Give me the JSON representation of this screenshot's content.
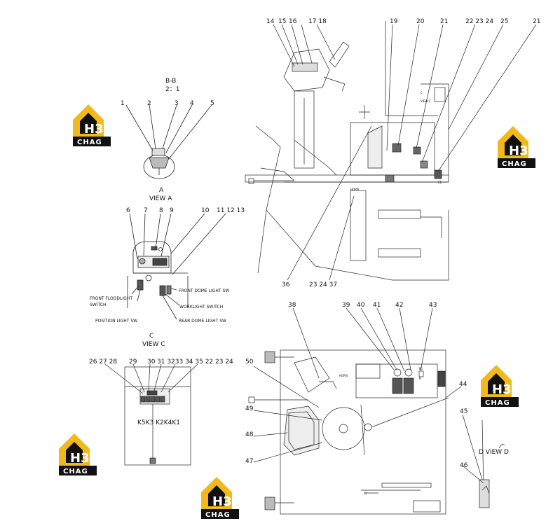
{
  "callouts": {
    "c1": "1",
    "c2": "2",
    "c3": "3",
    "c4": "4",
    "c5": "5",
    "c6": "6",
    "c7": "7",
    "c8": "8",
    "c9": "9",
    "c10": "10",
    "c11_13": "11 12 13",
    "c14": "14",
    "c15": "15",
    "c16": "16",
    "c17_18": "17 18",
    "c19": "19",
    "c20": "20",
    "c21a": "21",
    "c22_24": "22 23 24",
    "c25": "25",
    "c21b": "21",
    "c26_28": "26 27 28",
    "c29": "29",
    "c30": "30",
    "c31_35": "31 3233 34 35 22 23 24",
    "c36": "36",
    "c23_37": "23 24 37",
    "c38": "38",
    "c39": "39",
    "c40": "40",
    "c41": "41",
    "c42": "42",
    "c43": "43",
    "c44": "44",
    "c45": "45",
    "c46": "46",
    "c47": "47",
    "c48": "48",
    "c49": "49",
    "c50": "50"
  },
  "views": {
    "bb_title": "B-B",
    "bb_scale": "2：1",
    "a_letter": "A",
    "a_title": "VIEW A",
    "c_letter": "C",
    "c_title": "VIEW C",
    "c_small": "C",
    "c_small_view": "VIEW C",
    "d_view": "D  VIEW D",
    "d_small": "D"
  },
  "labels": {
    "front_flood": "FRONT FLOODLIGHT",
    "front_flood_sw": "SWITCH",
    "position_light": "POSITION LIGHT SW",
    "front_dome": "FRONT DOME LIGHT  SW",
    "worklight": "WORKLIGHT SWITCH",
    "rear_dome": "REAR DOME LIGHT SW",
    "relays": "K5K3 K2K4K1",
    "horn": "HORN",
    "horn2": "HORN",
    "b1": "B1",
    "b": "B",
    "e1": "E1"
  },
  "logos": {
    "mark": "H3",
    "text": "CHAG"
  },
  "colors": {
    "logo_yellow": "#f2b91e",
    "logo_black": "#111111",
    "line": "#222222"
  }
}
